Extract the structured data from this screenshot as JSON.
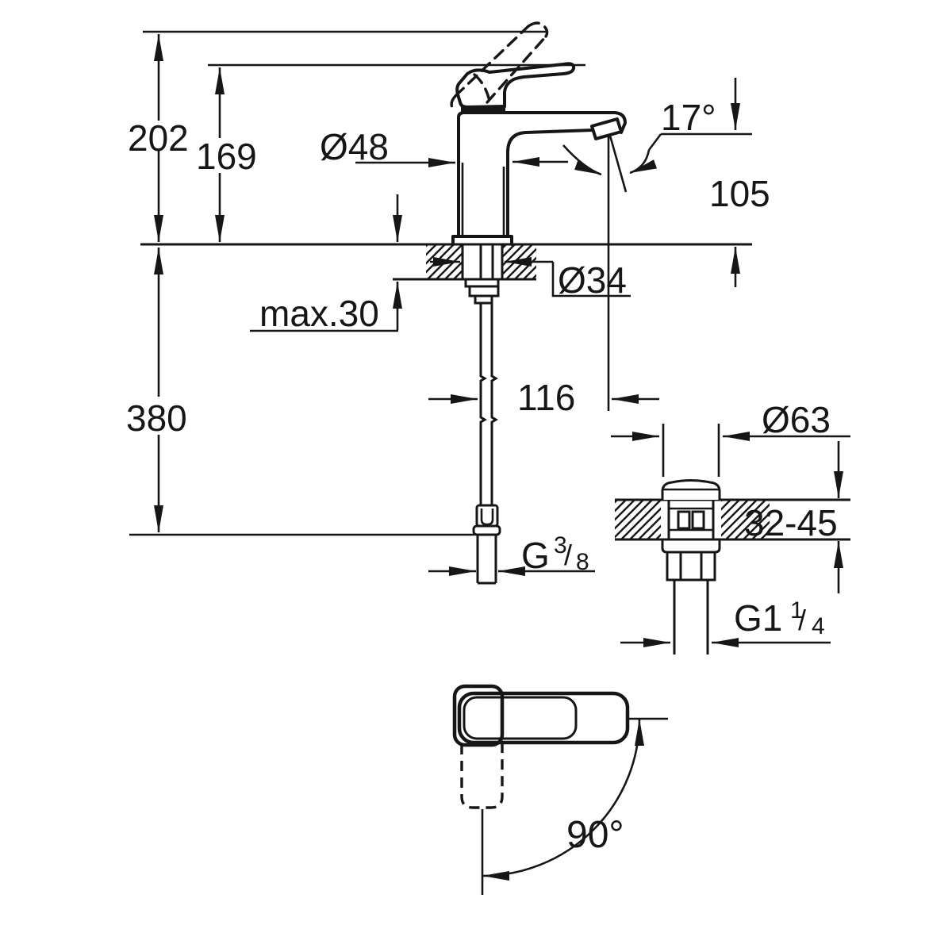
{
  "title": "Basin mixer technical dimension drawing",
  "colors": {
    "ink": "#161616",
    "paper": "#ffffff"
  },
  "front_view": {
    "total_height": "202",
    "lever_height": "169",
    "body_diameter": "Ø48",
    "spout_angle": "17°",
    "outlet_height": "105",
    "shank_diameter": "Ø34",
    "max_deck_thickness": "max.30",
    "supply_length": "380",
    "spout_projection": "116",
    "supply_thread": {
      "prefix": "G",
      "numerator": "3",
      "slash": "/",
      "denominator": "8"
    }
  },
  "drain_view": {
    "cap_diameter": "Ø63",
    "deck_thickness_range": "32-45",
    "thread": {
      "prefix": "G1",
      "numerator": "1",
      "slash": "/",
      "denominator": "4"
    }
  },
  "top_view": {
    "swivel_angle": "90°"
  }
}
